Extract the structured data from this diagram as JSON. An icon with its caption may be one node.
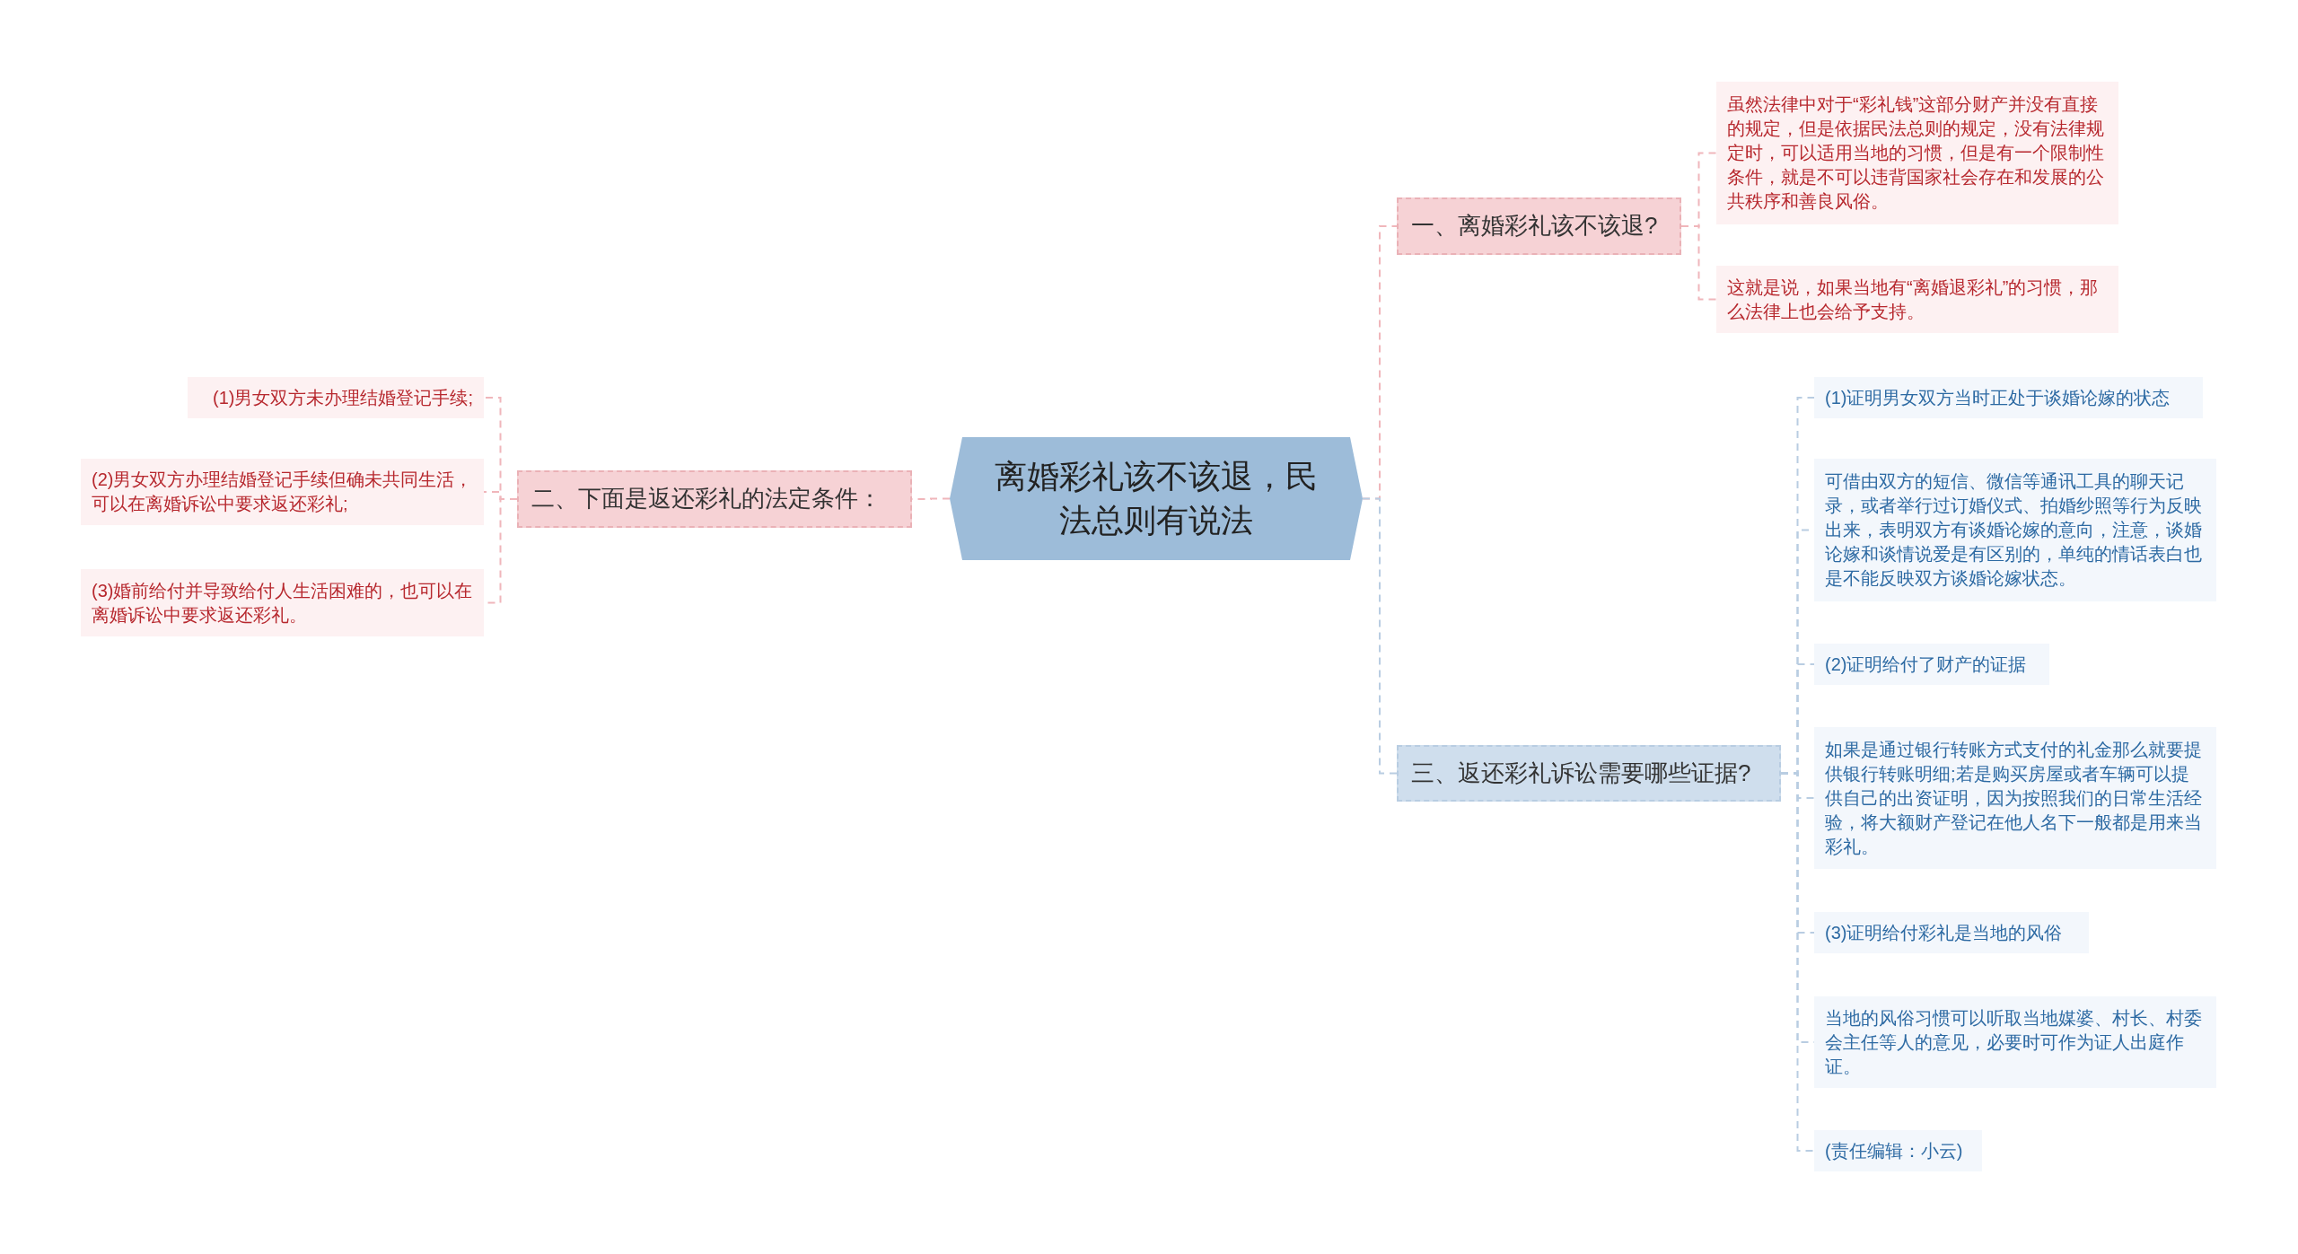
{
  "diagram": {
    "nodes": [
      {
        "text": [
          "离婚彩礼该不该退，民法总则有说法"
        ]
      },
      {
        "text": [
          "一、离婚彩礼该不该退?"
        ]
      },
      {
        "text": [
          "虽然法律中对于“彩礼钱”这部分财产并没有直接的规定，但是依据民法总则的规定，没有法律规定时，可以适用当地的习惯，但是有一个限制性条件，就是不可以违背国家社会存在和发展的公共秩序和善良风俗。"
        ]
      },
      {
        "text": [
          "这就是说，如果当地有“离婚退彩礼”的习惯，那么法律上也会给予支持。"
        ]
      },
      {
        "text": [
          "二、下面是返还彩礼的法定条件："
        ]
      },
      {
        "text": [
          "(1)男女双方未办理结婚登记手续;"
        ]
      },
      {
        "text": [
          "(2)男女双方办理结婚登记手续但确未共同生活，可以在离婚诉讼中要求返还彩礼;"
        ]
      },
      {
        "text": [
          "(3)婚前给付并导致给付人生活困难的，也可以在离婚诉讼中要求返还彩礼。"
        ]
      },
      {
        "text": [
          "三、返还彩礼诉讼需要哪些证据?"
        ]
      },
      {
        "text": [
          "(1)证明男女双方当时正处于谈婚论嫁的状态"
        ]
      },
      {
        "text": [
          "可借由双方的短信、微信等通讯工具的聊天记录，或者举行过订婚仪式、拍婚纱照等行为反映出来，表明双方有谈婚论嫁的意向，注意，谈婚论嫁和谈情说爱是有区别的，单纯的情话表白也是不能反映双方谈婚论嫁状态。"
        ]
      },
      {
        "text": [
          "(2)证明给付了财产的证据"
        ]
      },
      {
        "text": [
          "如果是通过银行转账方式支付的礼金那么就要提供银行转账明细;若是购买房屋或者车辆可以提供自己的出资证明，因为按照我们的日常生活经验，将大额财产登记在他人名下一般都是用来当彩礼。"
        ]
      },
      {
        "text": [
          "(3)证明给付彩礼是当地的风俗"
        ]
      },
      {
        "text": [
          "当地的风俗习惯可以听取当地媒婆、村长、村委会主任等人的意见，必要时可作为证人出庭作证。"
        ]
      },
      {
        "text": [
          "(责任编辑：小云)"
        ]
      }
    ],
    "edges": [
      {
        "from": 0,
        "to": 1,
        "arrow": "none",
        "style": "dashed",
        "color": "#f0b6bb"
      },
      {
        "from": 0,
        "to": 4,
        "arrow": "none",
        "style": "dashed",
        "color": "#f0b6bb"
      },
      {
        "from": 0,
        "to": 8,
        "arrow": "none",
        "style": "dashed",
        "color": "#b9cde2"
      },
      {
        "from": 1,
        "to": 2,
        "arrow": "none",
        "style": "dashed",
        "color": "#f0b6bb"
      },
      {
        "from": 1,
        "to": 3,
        "arrow": "none",
        "style": "dashed",
        "color": "#f0b6bb"
      },
      {
        "from": 4,
        "to": 5,
        "arrow": "none",
        "style": "dashed",
        "color": "#f0b6bb"
      },
      {
        "from": 4,
        "to": 6,
        "arrow": "none",
        "style": "dashed",
        "color": "#f0b6bb"
      },
      {
        "from": 4,
        "to": 7,
        "arrow": "none",
        "style": "dashed",
        "color": "#f0b6bb"
      },
      {
        "from": 8,
        "to": 9,
        "arrow": "none",
        "style": "dashed",
        "color": "#b9cde2"
      },
      {
        "from": 8,
        "to": 10,
        "arrow": "none",
        "style": "dashed",
        "color": "#b9cde2"
      },
      {
        "from": 8,
        "to": 11,
        "arrow": "none",
        "style": "dashed",
        "color": "#b9cde2"
      },
      {
        "from": 8,
        "to": 12,
        "arrow": "none",
        "style": "dashed",
        "color": "#b9cde2"
      },
      {
        "from": 8,
        "to": 13,
        "arrow": "none",
        "style": "dashed",
        "color": "#b9cde2"
      },
      {
        "from": 8,
        "to": 14,
        "arrow": "none",
        "style": "dashed",
        "color": "#b9cde2"
      },
      {
        "from": 8,
        "to": 15,
        "arrow": "none",
        "style": "dashed",
        "color": "#b9cde2"
      }
    ]
  }
}
